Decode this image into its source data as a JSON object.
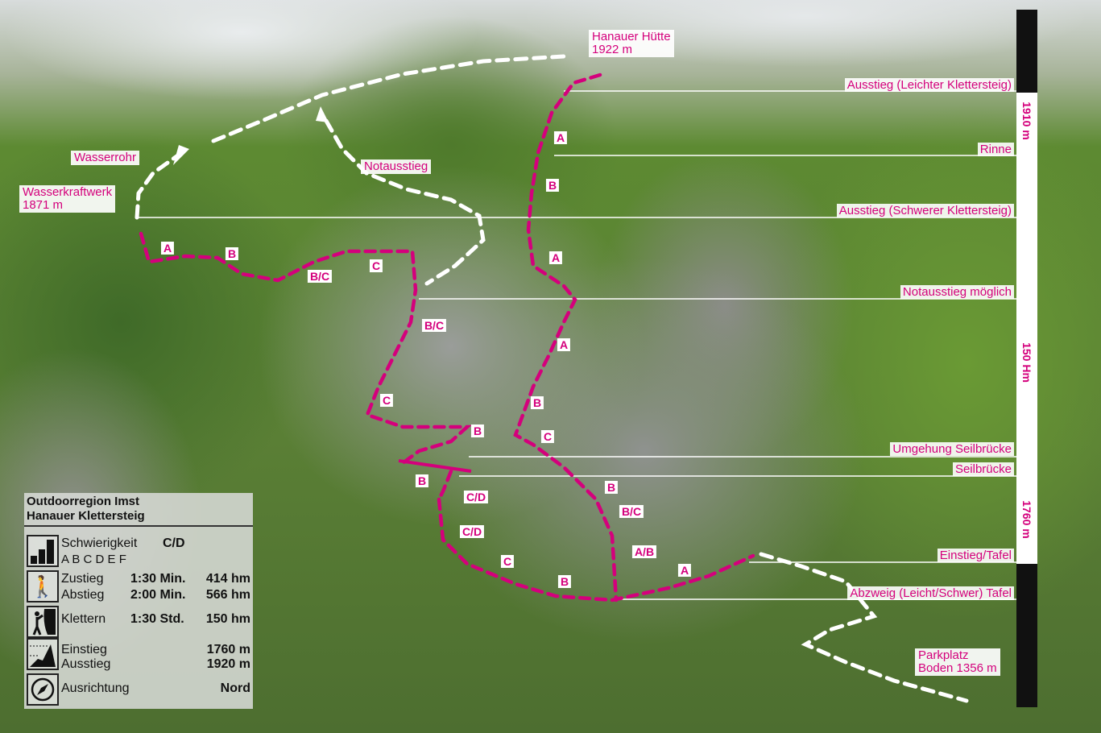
{
  "labels": {
    "hut": "Hanauer Hütte",
    "hut_alt": "1922 m",
    "pipe": "Wasserrohr",
    "plant": "Wasserkraftwerk",
    "plant_alt": "1871 m",
    "emergency": "Notausstieg",
    "parking": "Parkplatz",
    "parking_alt": "Boden 1356 m"
  },
  "right_labels": [
    "Ausstieg (Leichter Klettersteig)",
    "Rinne",
    "Ausstieg (Schwerer Klettersteig)",
    "Notausstieg möglich",
    "Umgehung Seilbrücke",
    "Seilbrücke",
    "Einstieg/Tafel",
    "Abzweig (Leicht/Schwer) Tafel"
  ],
  "scale": {
    "top": "1910 m",
    "middle": "150 Hm",
    "bottom": "1760 m"
  },
  "grades": [
    "A",
    "B",
    "C",
    "B/C",
    "A",
    "B",
    "A",
    "B/C",
    "A",
    "C",
    "B",
    "C",
    "B",
    "B",
    "C/D",
    "B",
    "C/D",
    "B/C",
    "A/B",
    "C",
    "B",
    "A"
  ],
  "info": {
    "title1": "Outdoorregion Imst",
    "title2": "Hanauer Klettersteig",
    "difficulty_label": "Schwierigkeit",
    "difficulty": "C/D",
    "scale_letters": "A B C D E F",
    "approach_label": "Zustieg",
    "approach_time": "1:30 Min.",
    "approach_hm": "414 hm",
    "descent_label": "Abstieg",
    "descent_time": "2:00 Min.",
    "descent_hm": "566 hm",
    "climb_label": "Klettern",
    "climb_time": "1:30 Std.",
    "climb_hm": "150 hm",
    "start_label": "Einstieg",
    "start_alt": "1760 m",
    "exit_label": "Ausstieg",
    "exit_alt": "1920 m",
    "orient_label": "Ausrichtung",
    "orient": "Nord"
  },
  "colors": {
    "route": "#d4007c",
    "path": "#ffffff"
  },
  "icons": [
    "difficulty-bars-icon",
    "hiker-icon",
    "climber-icon",
    "altitude-profile-icon",
    "compass-icon"
  ]
}
